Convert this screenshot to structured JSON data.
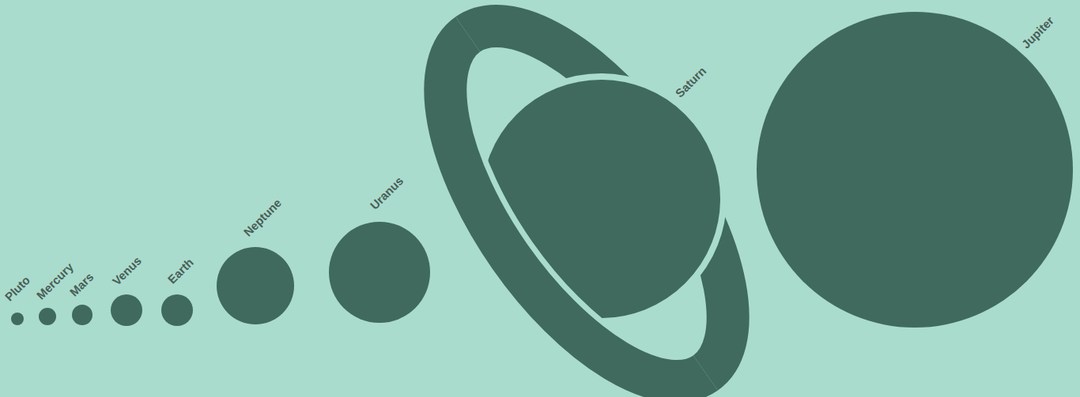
{
  "diagram": {
    "labels": [
      "Pluto",
      "Mercury",
      "Mars",
      "Venus",
      "Earth",
      "Neptune",
      "Uranus",
      "Saturn",
      "Jupiter"
    ]
  }
}
